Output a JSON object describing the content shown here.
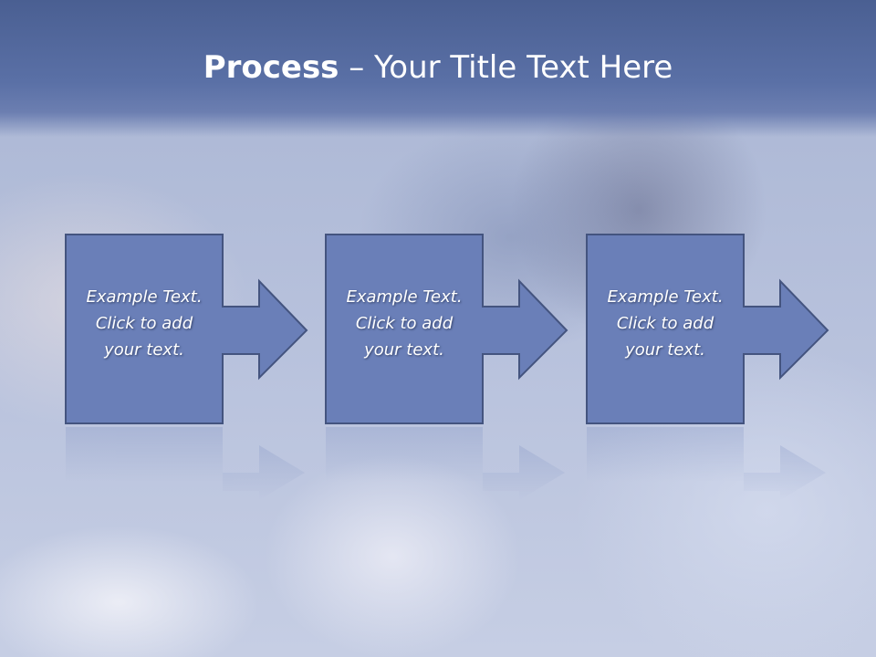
{
  "slide": {
    "title_bold": "Process",
    "title_rest": " – Your Title Text Here"
  },
  "steps": [
    {
      "label": "Example Text.\nClick  to add\nyour text."
    },
    {
      "label": "Example Text.\nClick  to add\nyour text."
    },
    {
      "label": "Example Text.\nClick  to add\nyour text."
    }
  ],
  "colors": {
    "header": "#5a70a6",
    "box_fill": "#6a7fb8",
    "box_border": "#44547f",
    "text": "#ffffff"
  }
}
